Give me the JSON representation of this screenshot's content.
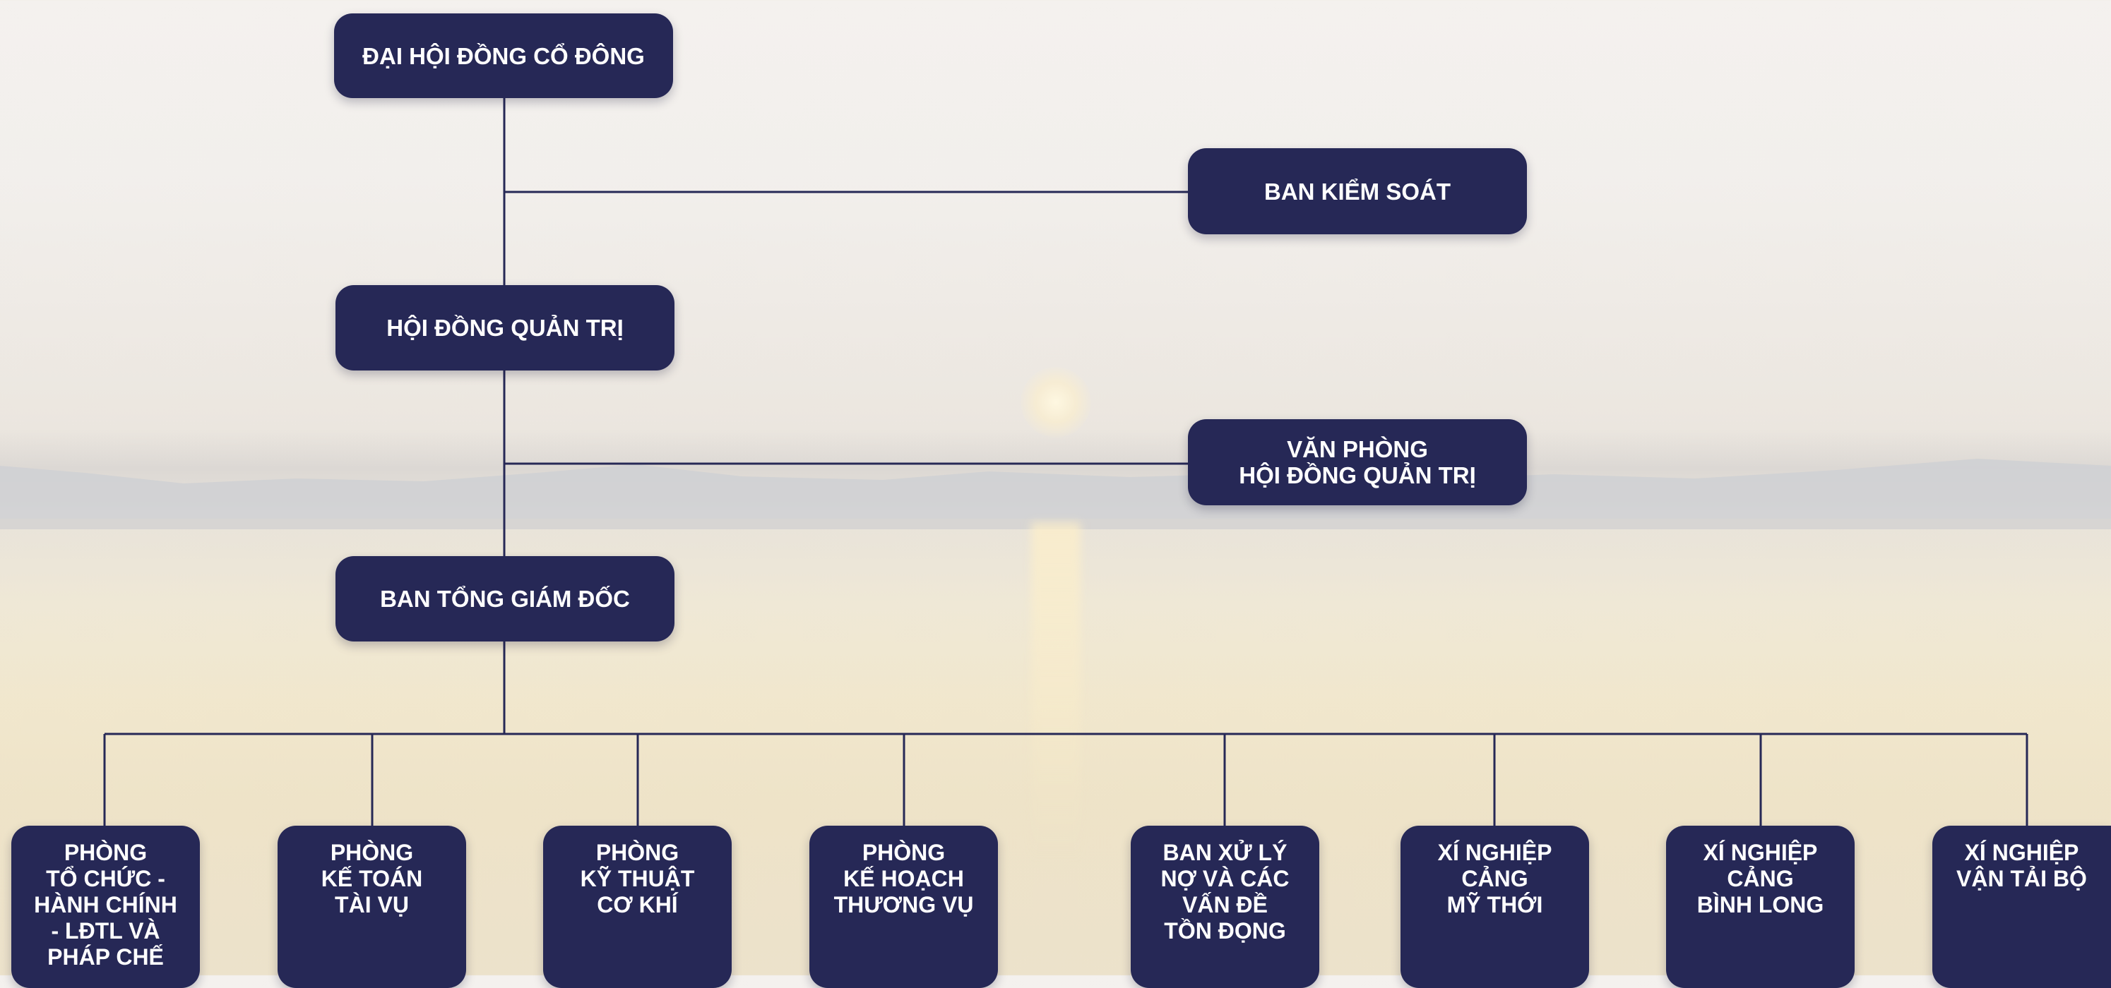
{
  "colors": {
    "box": "#262856",
    "line": "#262856",
    "text": "#ffffff"
  },
  "nodes": {
    "dai_hoi": "ĐẠI HỘI ĐỒNG CỔ ĐÔNG",
    "ban_kiem_soat": "BAN KIỂM SOÁT",
    "hoi_dong_quan_tri": "HỘI ĐỒNG QUẢN TRỊ",
    "van_phong_hdqt": "VĂN PHÒNG\nHỘI ĐỒNG QUẢN TRỊ",
    "ban_tong_giam_doc": "BAN TỔNG GIÁM ĐỐC"
  },
  "departments": [
    "PHÒNG\nTỔ CHỨC -\nHÀNH CHÍNH\n- LĐTL VÀ\nPHÁP CHẾ",
    "PHÒNG\nKẾ TOÁN\nTÀI VỤ",
    "PHÒNG\nKỸ THUẬT\nCƠ KHÍ",
    "PHÒNG\nKẾ HOẠCH\nTHƯƠNG VỤ",
    "BAN XỬ LÝ\nNỢ VÀ CÁC\nVẤN ĐỀ\nTỒN ĐỌNG",
    "XÍ NGHIỆP\nCẢNG\nMỸ THỚI",
    "XÍ NGHIỆP\nCẢNG\nBÌNH LONG",
    "XÍ NGHIỆP\nVẬN TẢI BỘ"
  ]
}
